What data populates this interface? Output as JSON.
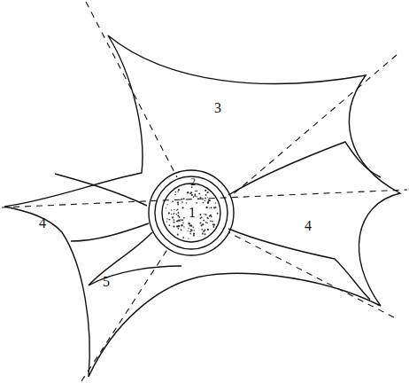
{
  "diagram": {
    "labels": [
      "1",
      "2",
      "3",
      "4",
      "4",
      "5"
    ]
  }
}
